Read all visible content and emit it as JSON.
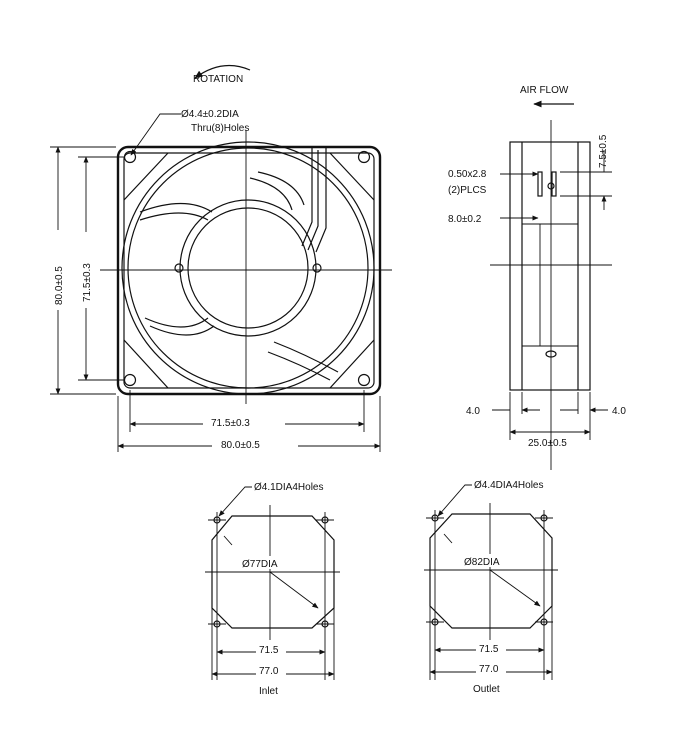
{
  "front_view": {
    "rotation_label": "ROTATION",
    "hole_callout_line1": "Ø4.4±0.2DIA",
    "hole_callout_line2": "Thru(8)Holes",
    "dim_width_hole_spacing": "71.5±0.3",
    "dim_width_overall": "80.0±0.5",
    "dim_height_overall": "80.0±0.5",
    "dim_height_hole_spacing": "71.5±0.3"
  },
  "side_view": {
    "airflow_label": "AIR FLOW",
    "terminal_label_line1": "0.50x2.8",
    "terminal_label_line2": "(2)PLCS",
    "terminal_offset": "8.0±0.2",
    "terminal_height": "7.5±0.5",
    "flange_left": "4.0",
    "flange_right": "4.0",
    "depth": "25.0±0.5"
  },
  "inlet_view": {
    "hole_callout": "Ø4.1DIA4Holes",
    "diameter_label": "Ø77DIA",
    "hole_spacing": "71.5",
    "overall": "77.0",
    "caption": "Inlet"
  },
  "outlet_view": {
    "hole_callout": "Ø4.4DIA4Holes",
    "diameter_label": "Ø82DIA",
    "hole_spacing": "71.5",
    "overall": "77.0",
    "caption": "Outlet"
  }
}
